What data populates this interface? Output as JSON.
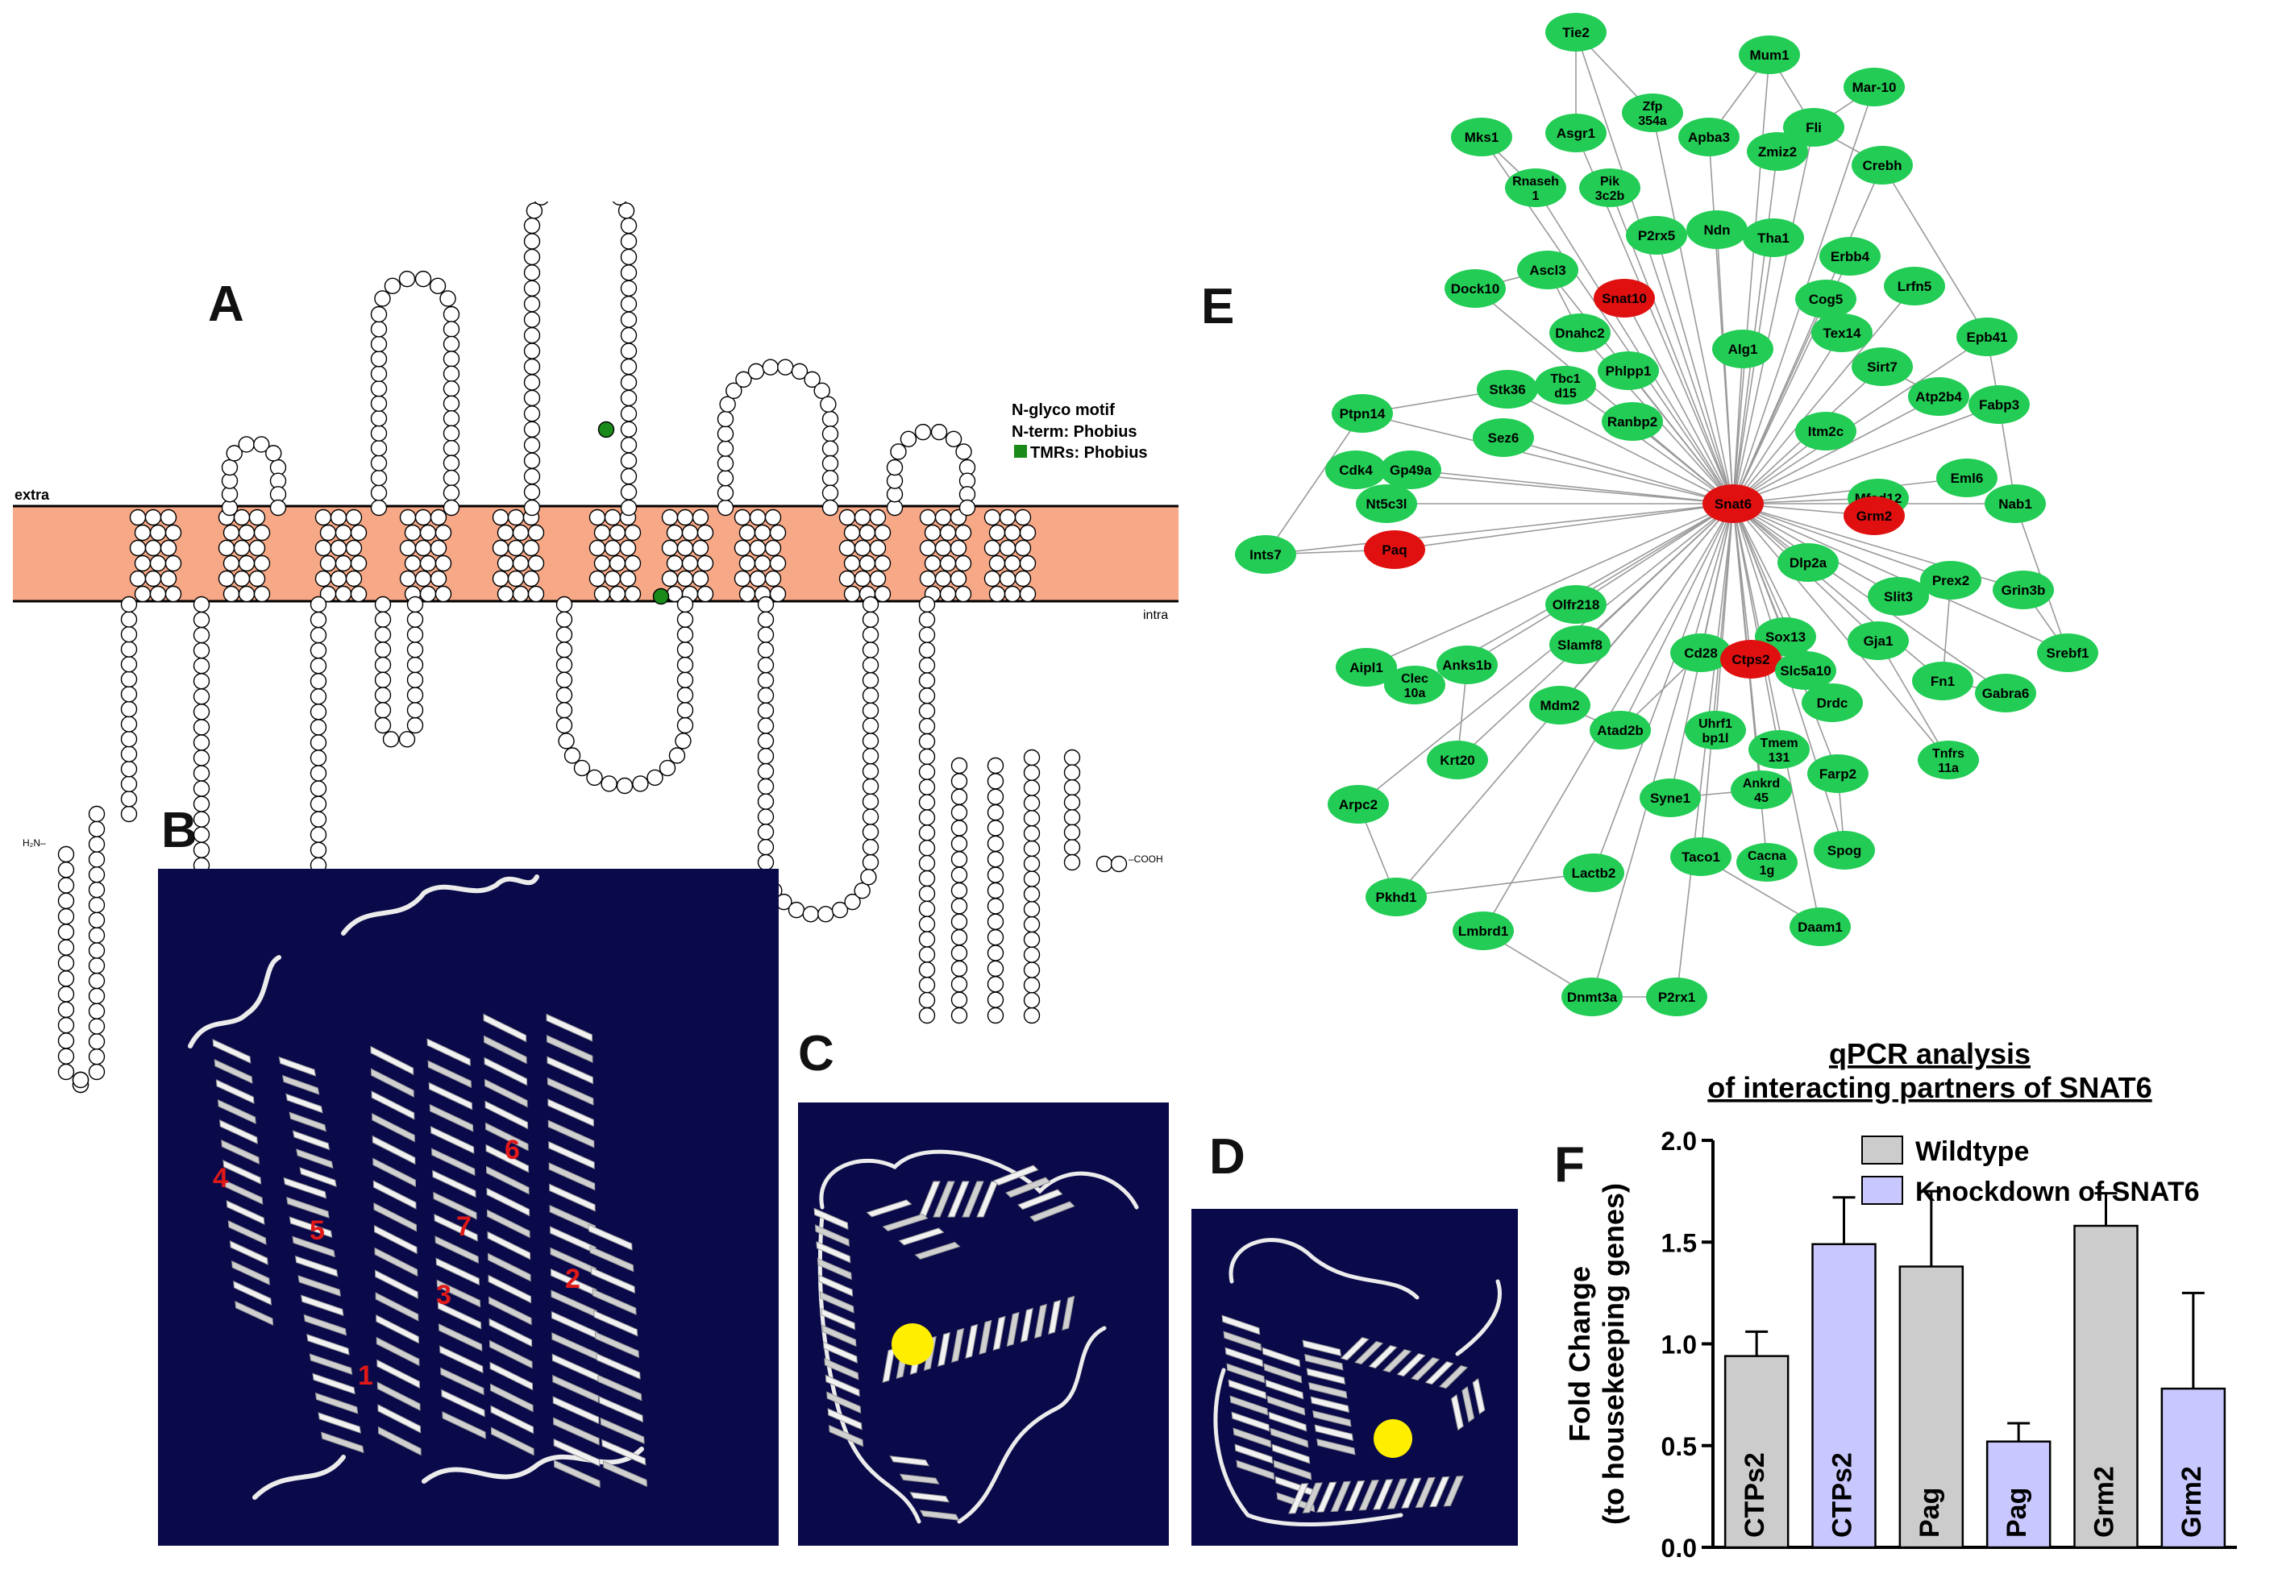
{
  "panels": {
    "A": "A",
    "B": "B",
    "C": "C",
    "D": "D",
    "E": "E",
    "F": "F"
  },
  "topology": {
    "extra_label": "extra",
    "intra_label": "intra",
    "n_term": "H₂N–",
    "c_term": "–COOH",
    "legend": [
      "N-glyco motif",
      "N-term: Phobius",
      "TMRs: Phobius"
    ],
    "colors": {
      "membrane": "#f7a886",
      "tm_marker": "#1a8a1a"
    },
    "transmembrane_helices": 11
  },
  "structure": {
    "helix_labels": [
      "1",
      "2",
      "3",
      "4",
      "5",
      "6",
      "7"
    ],
    "colors": {
      "background": "#0a0a4a",
      "helix": "#e8e8e8",
      "ligand": "#ffee00",
      "labels": "#e01818"
    }
  },
  "network": {
    "center": "Snat6",
    "highlighted": [
      "Snat10",
      "Paq",
      "Grm2",
      "Ctps2"
    ],
    "nodes": [
      "Tie2",
      "Mum1",
      "Mks1",
      "Asgr1",
      "Zfp 354a",
      "Apba3",
      "Mar-10",
      "Fli",
      "Rnaseh 1",
      "Pik 3c2b",
      "Zmiz2",
      "Crebh",
      "Dock10",
      "Ascl3",
      "P2rx5",
      "Ndn",
      "Tha1",
      "Erbb4",
      "Lrfn5",
      "Snat10",
      "Dnahc2",
      "Cog5",
      "Tex14",
      "Epb41",
      "Tbc1 d15",
      "Phlpp1",
      "Sirt7",
      "Stk36",
      "Alg1",
      "Atp2b4",
      "Fabp3",
      "Ptpn14",
      "Sez6",
      "Ranbp2",
      "Itm2c",
      "Gp49a",
      "Cdk4",
      "Eml6",
      "Snat6",
      "Mfsd12",
      "Nab1",
      "Nt5c3l",
      "Grm2",
      "Paq",
      "Ints7",
      "Dlp2a",
      "Slit3",
      "Prex2",
      "Grin3b",
      "Olfr218",
      "Gja1",
      "Slamf8",
      "Sox13",
      "Cd28",
      "Ctps2",
      "Srebf1",
      "Aipl1",
      "Clec 10a",
      "Anks1b",
      "Slc5a10",
      "Fn1",
      "Mdm2",
      "Gabra6",
      "Drdc",
      "Atad2b",
      "Uhrf1 bp1l",
      "Krt20",
      "Tmem 131",
      "Tnfrs 11a",
      "Farp2",
      "Ankrd 45",
      "Arpc2",
      "Syne1",
      "Cacna 1g",
      "Spog",
      "Taco1",
      "Pkhd1",
      "Lactb2",
      "Daam1",
      "Lmbrd1",
      "P2rx1",
      "Dnmt3a"
    ],
    "colors": {
      "node": "#22cc55",
      "highlight": "#e01010",
      "edge": "#9a9a9a"
    }
  },
  "chart_data": {
    "type": "bar",
    "title": "qPCR analysis\nof interacting partners of SNAT6",
    "title_lines": [
      "qPCR analysis",
      "of interacting partners of SNAT6"
    ],
    "ylabel_lines": [
      "Fold Change",
      "(to housekeeping genes)"
    ],
    "categories": [
      "CTPs2",
      "CTPs2",
      "Pag",
      "Pag",
      "Grm2",
      "Grm2"
    ],
    "values": [
      0.94,
      1.49,
      1.38,
      0.52,
      1.58,
      0.78
    ],
    "errors": [
      0.12,
      0.23,
      0.37,
      0.09,
      0.16,
      0.47
    ],
    "groups": [
      "Wildtype",
      "Knockdown of SNAT6",
      "Wildtype",
      "Knockdown of SNAT6",
      "Wildtype",
      "Knockdown of SNAT6"
    ],
    "series": [
      {
        "name": "Wildtype",
        "color": "#cccccc"
      },
      {
        "name": "Knockdown of SNAT6",
        "color": "#c8c8ff"
      }
    ],
    "ylim": [
      0,
      2.0
    ],
    "yticks": [
      "0.0",
      "0.5",
      "1.0",
      "1.5",
      "2.0"
    ],
    "legend_position": "top-right"
  }
}
